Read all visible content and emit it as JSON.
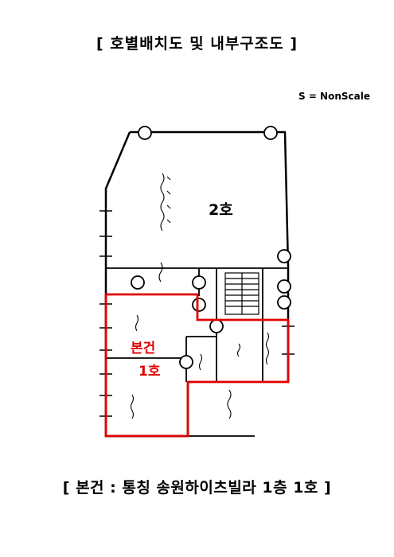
{
  "header": {
    "title": "[ 호별배치도 및 내부구조도 ]",
    "scale_note": "S = NonScale"
  },
  "plan": {
    "unit_2_label": "2호",
    "subject_label_line1": "본건",
    "subject_label_line2": "1호",
    "highlight_color": "#e00000",
    "line_color": "#000000"
  },
  "footer": {
    "caption": "[ 본건 : 통칭 송원하이츠빌라 1층 1호 ]"
  }
}
